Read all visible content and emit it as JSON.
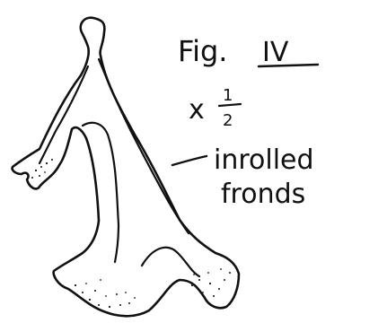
{
  "figure": {
    "label_prefix": "Fig.",
    "label_numeral": "IV",
    "scale_prefix": "x",
    "scale_numerator": "1",
    "scale_denominator": "2",
    "annotation_line1": "inrolled",
    "annotation_line2": "fronds"
  },
  "colors": {
    "ink": "#111111",
    "paper": "#ffffff"
  }
}
